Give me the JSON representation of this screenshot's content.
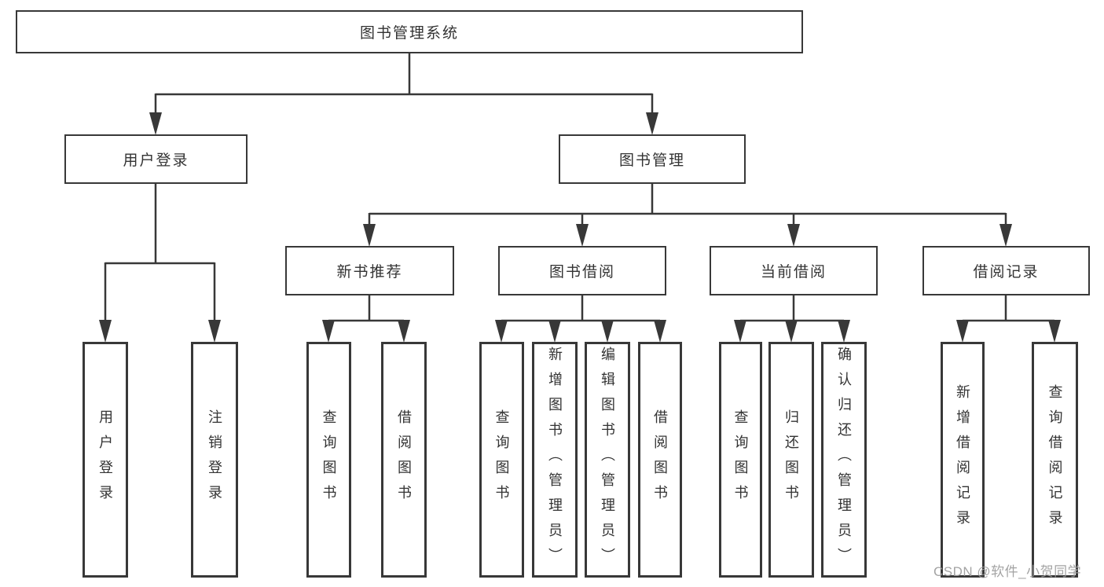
{
  "tree": {
    "label": "图书管理系统",
    "children": [
      {
        "label": "用户登录",
        "children": [
          {
            "label": "用户登录"
          },
          {
            "label": "注销登录"
          }
        ]
      },
      {
        "label": "图书管理",
        "children": [
          {
            "label": "新书推荐",
            "children": [
              {
                "label": "查询图书"
              },
              {
                "label": "借阅图书"
              }
            ]
          },
          {
            "label": "图书借阅",
            "children": [
              {
                "label": "查询图书"
              },
              {
                "label": "新增图书（管理员）"
              },
              {
                "label": "编辑图书（管理员）"
              },
              {
                "label": "借阅图书"
              }
            ]
          },
          {
            "label": "当前借阅",
            "children": [
              {
                "label": "查询图书"
              },
              {
                "label": "归还图书"
              },
              {
                "label": "确认归还（管理员）"
              }
            ]
          },
          {
            "label": "借阅记录",
            "children": [
              {
                "label": "新增借阅记录"
              },
              {
                "label": "查询借阅记录"
              }
            ]
          }
        ]
      }
    ]
  },
  "watermark": {
    "text": "CSDN @软件_小贺同学"
  },
  "colors": {
    "line": "#383838",
    "text": "#333333",
    "box_background": "#ffffff",
    "watermark": "#9c9c9c"
  }
}
